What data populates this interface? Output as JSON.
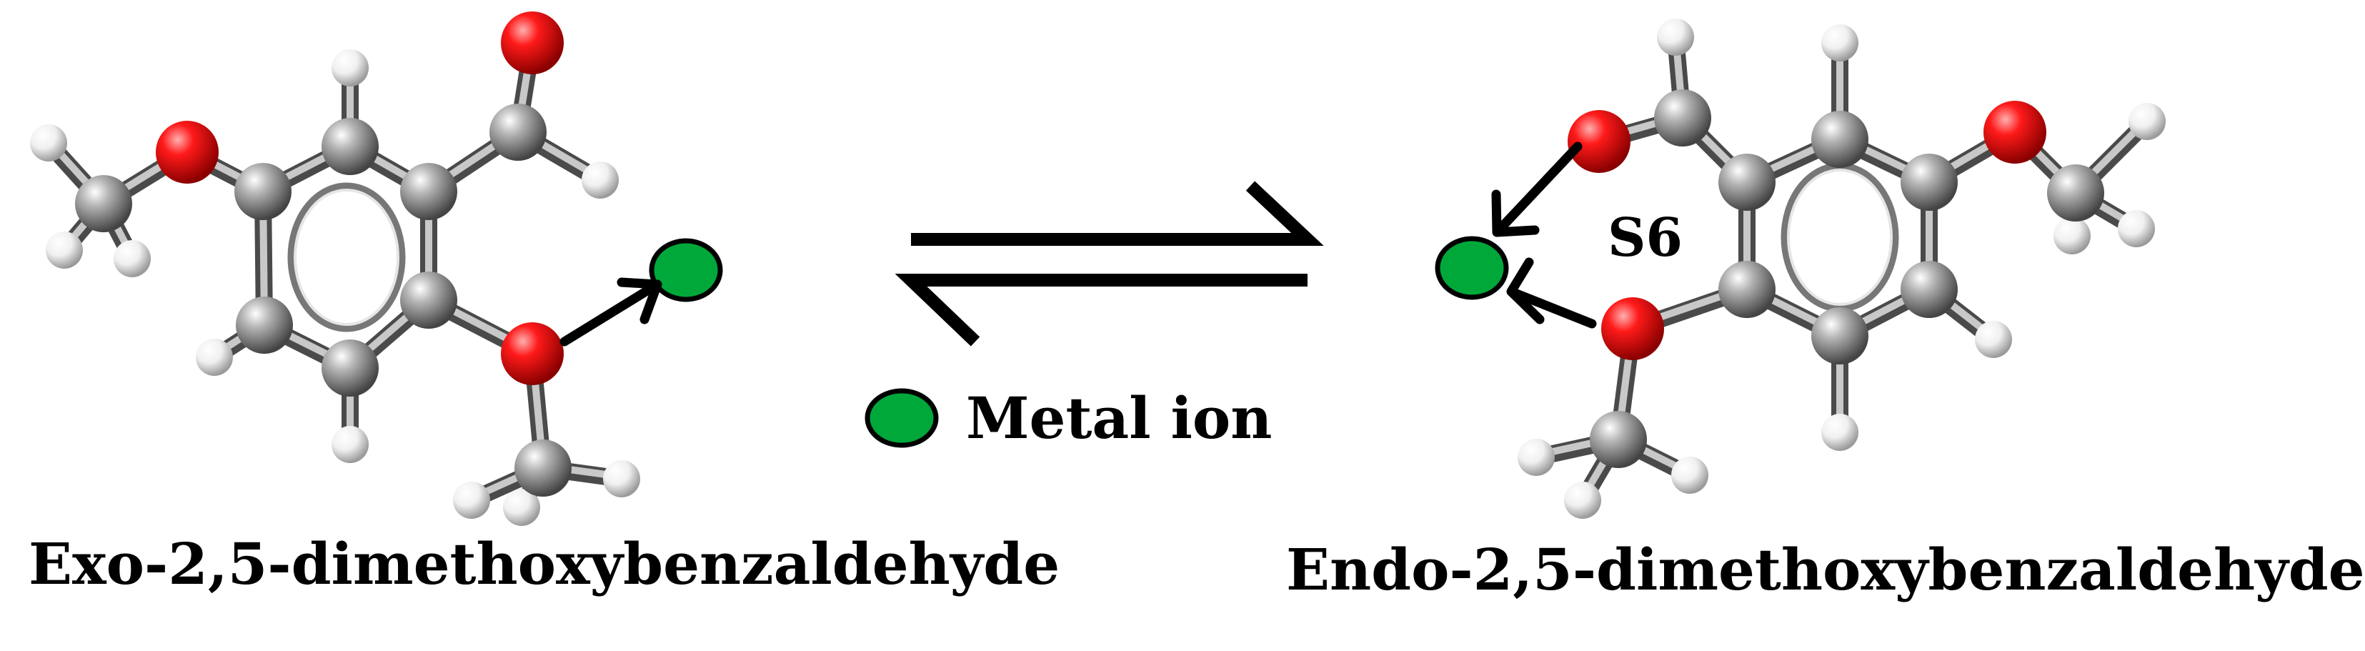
{
  "labels": {
    "exo": "Exo-2,5-dimethoxybenzaldehyde",
    "endo": "Endo-2,5-dimethoxybenzaldehyde",
    "metal_ion": "Metal ion",
    "s6": "S6"
  },
  "colors": {
    "carbon": "#8c8c8c",
    "oxygen": "#ff0000",
    "hydrogen": "#f2f2f2",
    "metal_ion": "#00a83a",
    "arrow": "#000000",
    "background": "#ffffff"
  }
}
